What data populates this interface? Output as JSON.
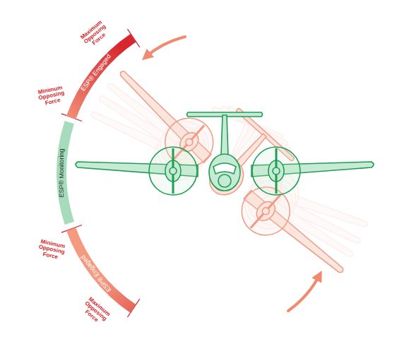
{
  "diagram": {
    "nodes": [
      {
        "text": [
          "ESP® Engaged"
        ]
      },
      {
        "text": [
          "ESP® Monitoring"
        ]
      },
      {
        "text": [
          "ESP® Engaged"
        ]
      }
    ],
    "labels": [
      "Maximum Opposing Force",
      "Minimum Opposing Force",
      "Minimum Opposing Force",
      "Maximum Opposing Force"
    ]
  }
}
